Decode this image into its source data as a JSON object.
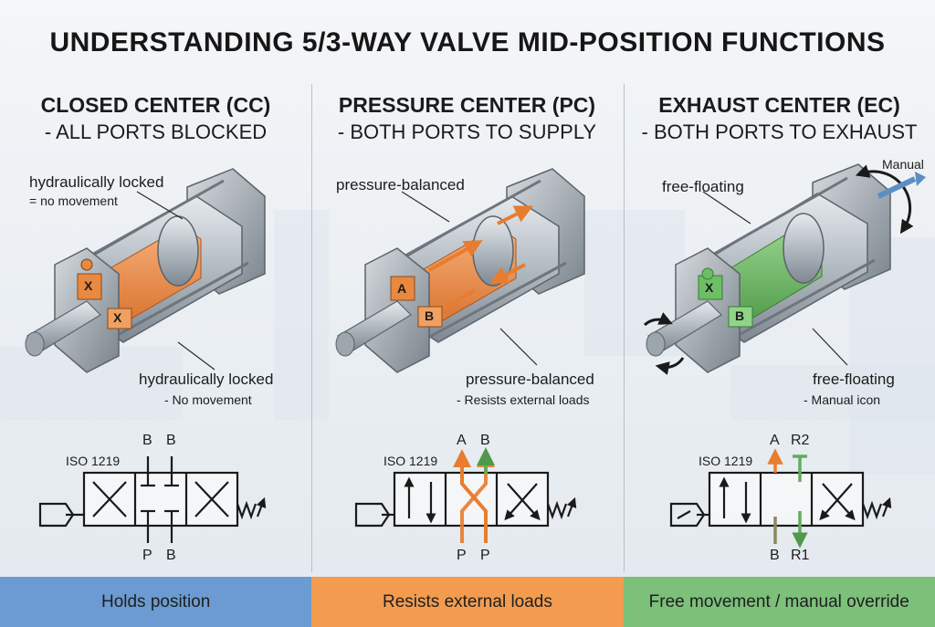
{
  "title": "UNDERSTANDING 5/3-WAY VALVE MID-POSITION FUNCTIONS",
  "colors": {
    "closed": "#e8893f",
    "pressure": "#ef8a3a",
    "exhaust": "#5fae5a",
    "bar_closed": "#6b9bd2",
    "bar_pressure": "#f39c50",
    "bar_exhaust": "#7cc07a",
    "steel": "#9aa3ab",
    "ink": "#1a1a1a"
  },
  "columns": [
    {
      "heading": "CLOSED CENTER (CC)",
      "subheading": "- ALL PORTS BLOCKED",
      "callout_top": "hydraulically locked",
      "callout_top_sub": "= no movement",
      "callout_bottom": "hydraulically locked",
      "callout_bottom_sub": "- No movement",
      "cyl_tags": [
        "X",
        "X"
      ],
      "iso": "ISO 1219",
      "port_top": [
        "B",
        "B"
      ],
      "port_bottom": [
        "P",
        "B"
      ],
      "footer": "Holds position"
    },
    {
      "heading": "PRESSURE CENTER (PC)",
      "subheading": "- BOTH PORTS TO SUPPLY",
      "callout_top": "pressure-balanced",
      "callout_bottom": "pressure-balanced",
      "callout_bottom_sub": "- Resists external loads",
      "cyl_tags": [
        "A",
        "B"
      ],
      "iso": "ISO 1219",
      "port_top": [
        "A",
        "B"
      ],
      "port_bottom": [
        "P",
        "P"
      ],
      "footer": "Resists external loads"
    },
    {
      "heading": "EXHAUST CENTER (EC)",
      "subheading": "- BOTH PORTS TO EXHAUST",
      "callout_top": "free-floating",
      "callout_manual": "Manual",
      "callout_bottom": "free-floating",
      "callout_bottom_sub": "- Manual icon",
      "cyl_tags": [
        "X",
        "B"
      ],
      "iso": "ISO 1219",
      "port_top": [
        "A",
        "R2"
      ],
      "port_bottom": [
        "B",
        "R1"
      ],
      "footer": "Free movement / manual override"
    }
  ]
}
